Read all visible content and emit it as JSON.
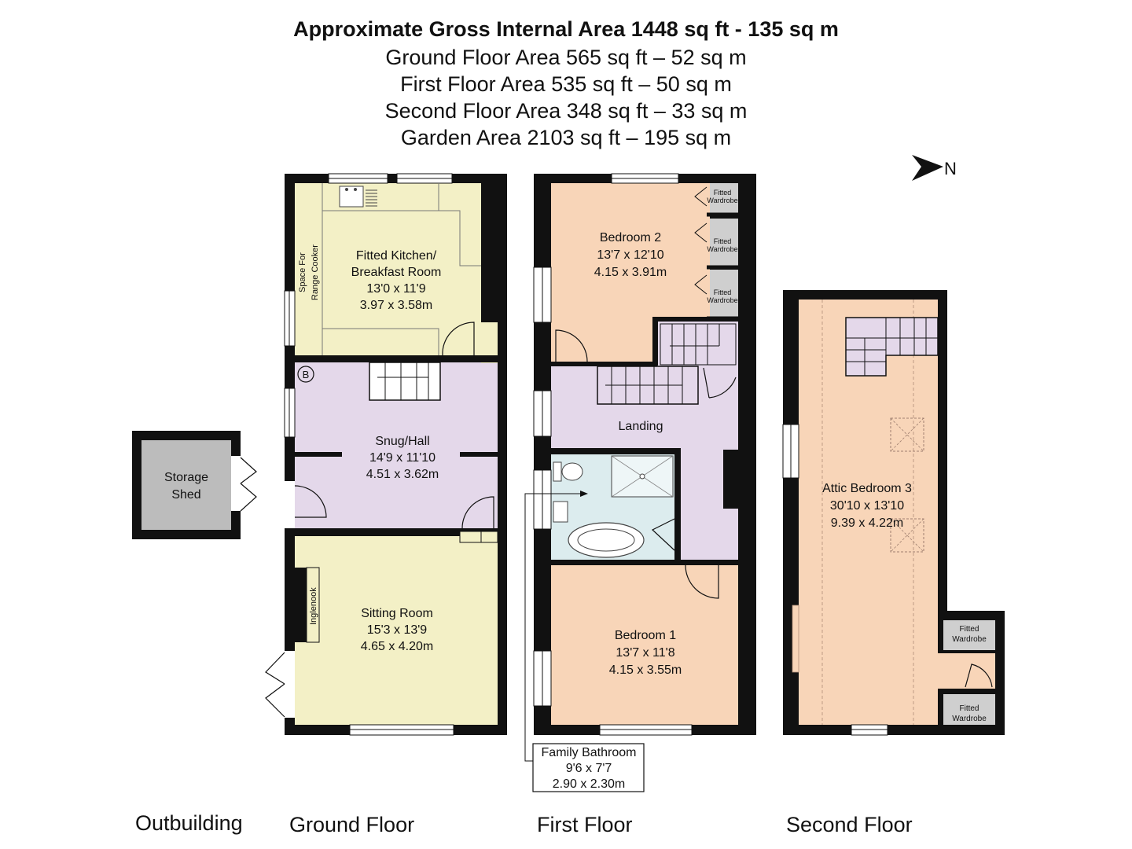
{
  "header": {
    "title": "Approximate Gross Internal Area 1448 sq ft - 135 sq m",
    "lines": [
      "Ground Floor Area 565 sq ft – 52 sq m",
      "First Floor Area 535 sq ft – 50 sq m",
      "Second Floor Area 348 sq ft – 33 sq m",
      "Garden Area 2103 sq ft – 195 sq m"
    ]
  },
  "compass": {
    "label": "N"
  },
  "outbuilding": {
    "storage_shed": [
      "Storage",
      "Shed"
    ]
  },
  "ground_floor": {
    "kitchen": [
      "Fitted Kitchen/",
      "Breakfast Room",
      "13'0 x 11'9",
      "3.97 x 3.58m"
    ],
    "range_cooker": [
      "Space For",
      "Range Cooker"
    ],
    "boiler": "B",
    "snug": [
      "Snug/Hall",
      "14'9 x 11'10",
      "4.51 x 3.62m"
    ],
    "sitting": [
      "Sitting Room",
      "15'3 x 13'9",
      "4.65 x 4.20m"
    ],
    "inglenook": "Inglenook"
  },
  "first_floor": {
    "bedroom2": [
      "Bedroom 2",
      "13'7 x 12'10",
      "4.15 x 3.91m"
    ],
    "wardrobe": [
      "Fitted",
      "Wardrobe"
    ],
    "landing": "Landing",
    "bedroom1": [
      "Bedroom 1",
      "13'7 x 11'8",
      "4.15 x 3.55m"
    ],
    "bathroom": [
      "Family Bathroom",
      "9'6 x 7'7",
      "2.90 x 2.30m"
    ]
  },
  "second_floor": {
    "attic": [
      "Attic Bedroom 3",
      "30'10 x 13'10",
      "9.39 x 4.22m"
    ],
    "wardrobe": [
      "Fitted",
      "Wardrobe"
    ]
  },
  "floor_labels": {
    "outbuilding": "Outbuilding",
    "ground": "Ground Floor",
    "first": "First Floor",
    "second": "Second Floor"
  },
  "colors": {
    "wall": "#111111",
    "kitchen": "#f3f0c6",
    "hall": "#e4d8ea",
    "sitting": "#f3f0c6",
    "bedroom": "#f8d5b8",
    "bathroom": "#dcecee",
    "shed": "#bcbcbc",
    "wardrobe": "#cfcfcf"
  }
}
